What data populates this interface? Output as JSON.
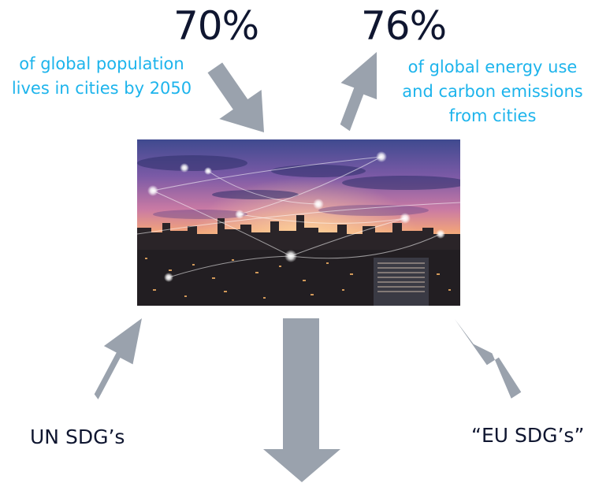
{
  "stats": {
    "population": {
      "value": "70%",
      "caption_lines": [
        "of global population",
        "lives in cities by 2050"
      ]
    },
    "energy": {
      "value": "76%",
      "caption_lines": [
        "of global energy use",
        "and carbon emissions",
        "from cities"
      ]
    }
  },
  "labels": {
    "un_sdg": "UN SDG’s",
    "eu_sdg": "“EU SDG’s”"
  },
  "colors": {
    "stat_text": "#0f1630",
    "caption_text": "#1db4ec",
    "arrow": "#9aa2ad"
  },
  "image": {
    "subject": "smart-city-skyline-at-dusk"
  }
}
